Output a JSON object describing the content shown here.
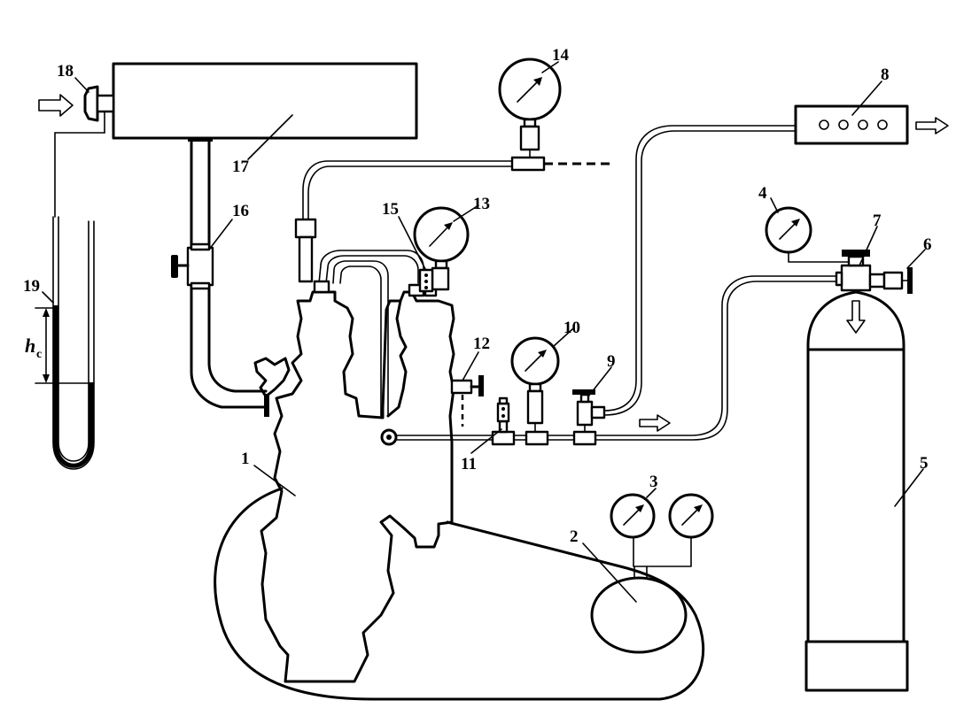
{
  "labels": {
    "n1": "1",
    "n2": "2",
    "n3": "3",
    "n4": "4",
    "n5": "5",
    "n6": "6",
    "n7": "7",
    "n8": "8",
    "n9": "9",
    "n10": "10",
    "n11": "11",
    "n12": "12",
    "n13": "13",
    "n14": "14",
    "n15": "15",
    "n16": "16",
    "n17": "17",
    "n18": "18",
    "n19": "19",
    "h_main": "h",
    "h_sub": "c"
  }
}
